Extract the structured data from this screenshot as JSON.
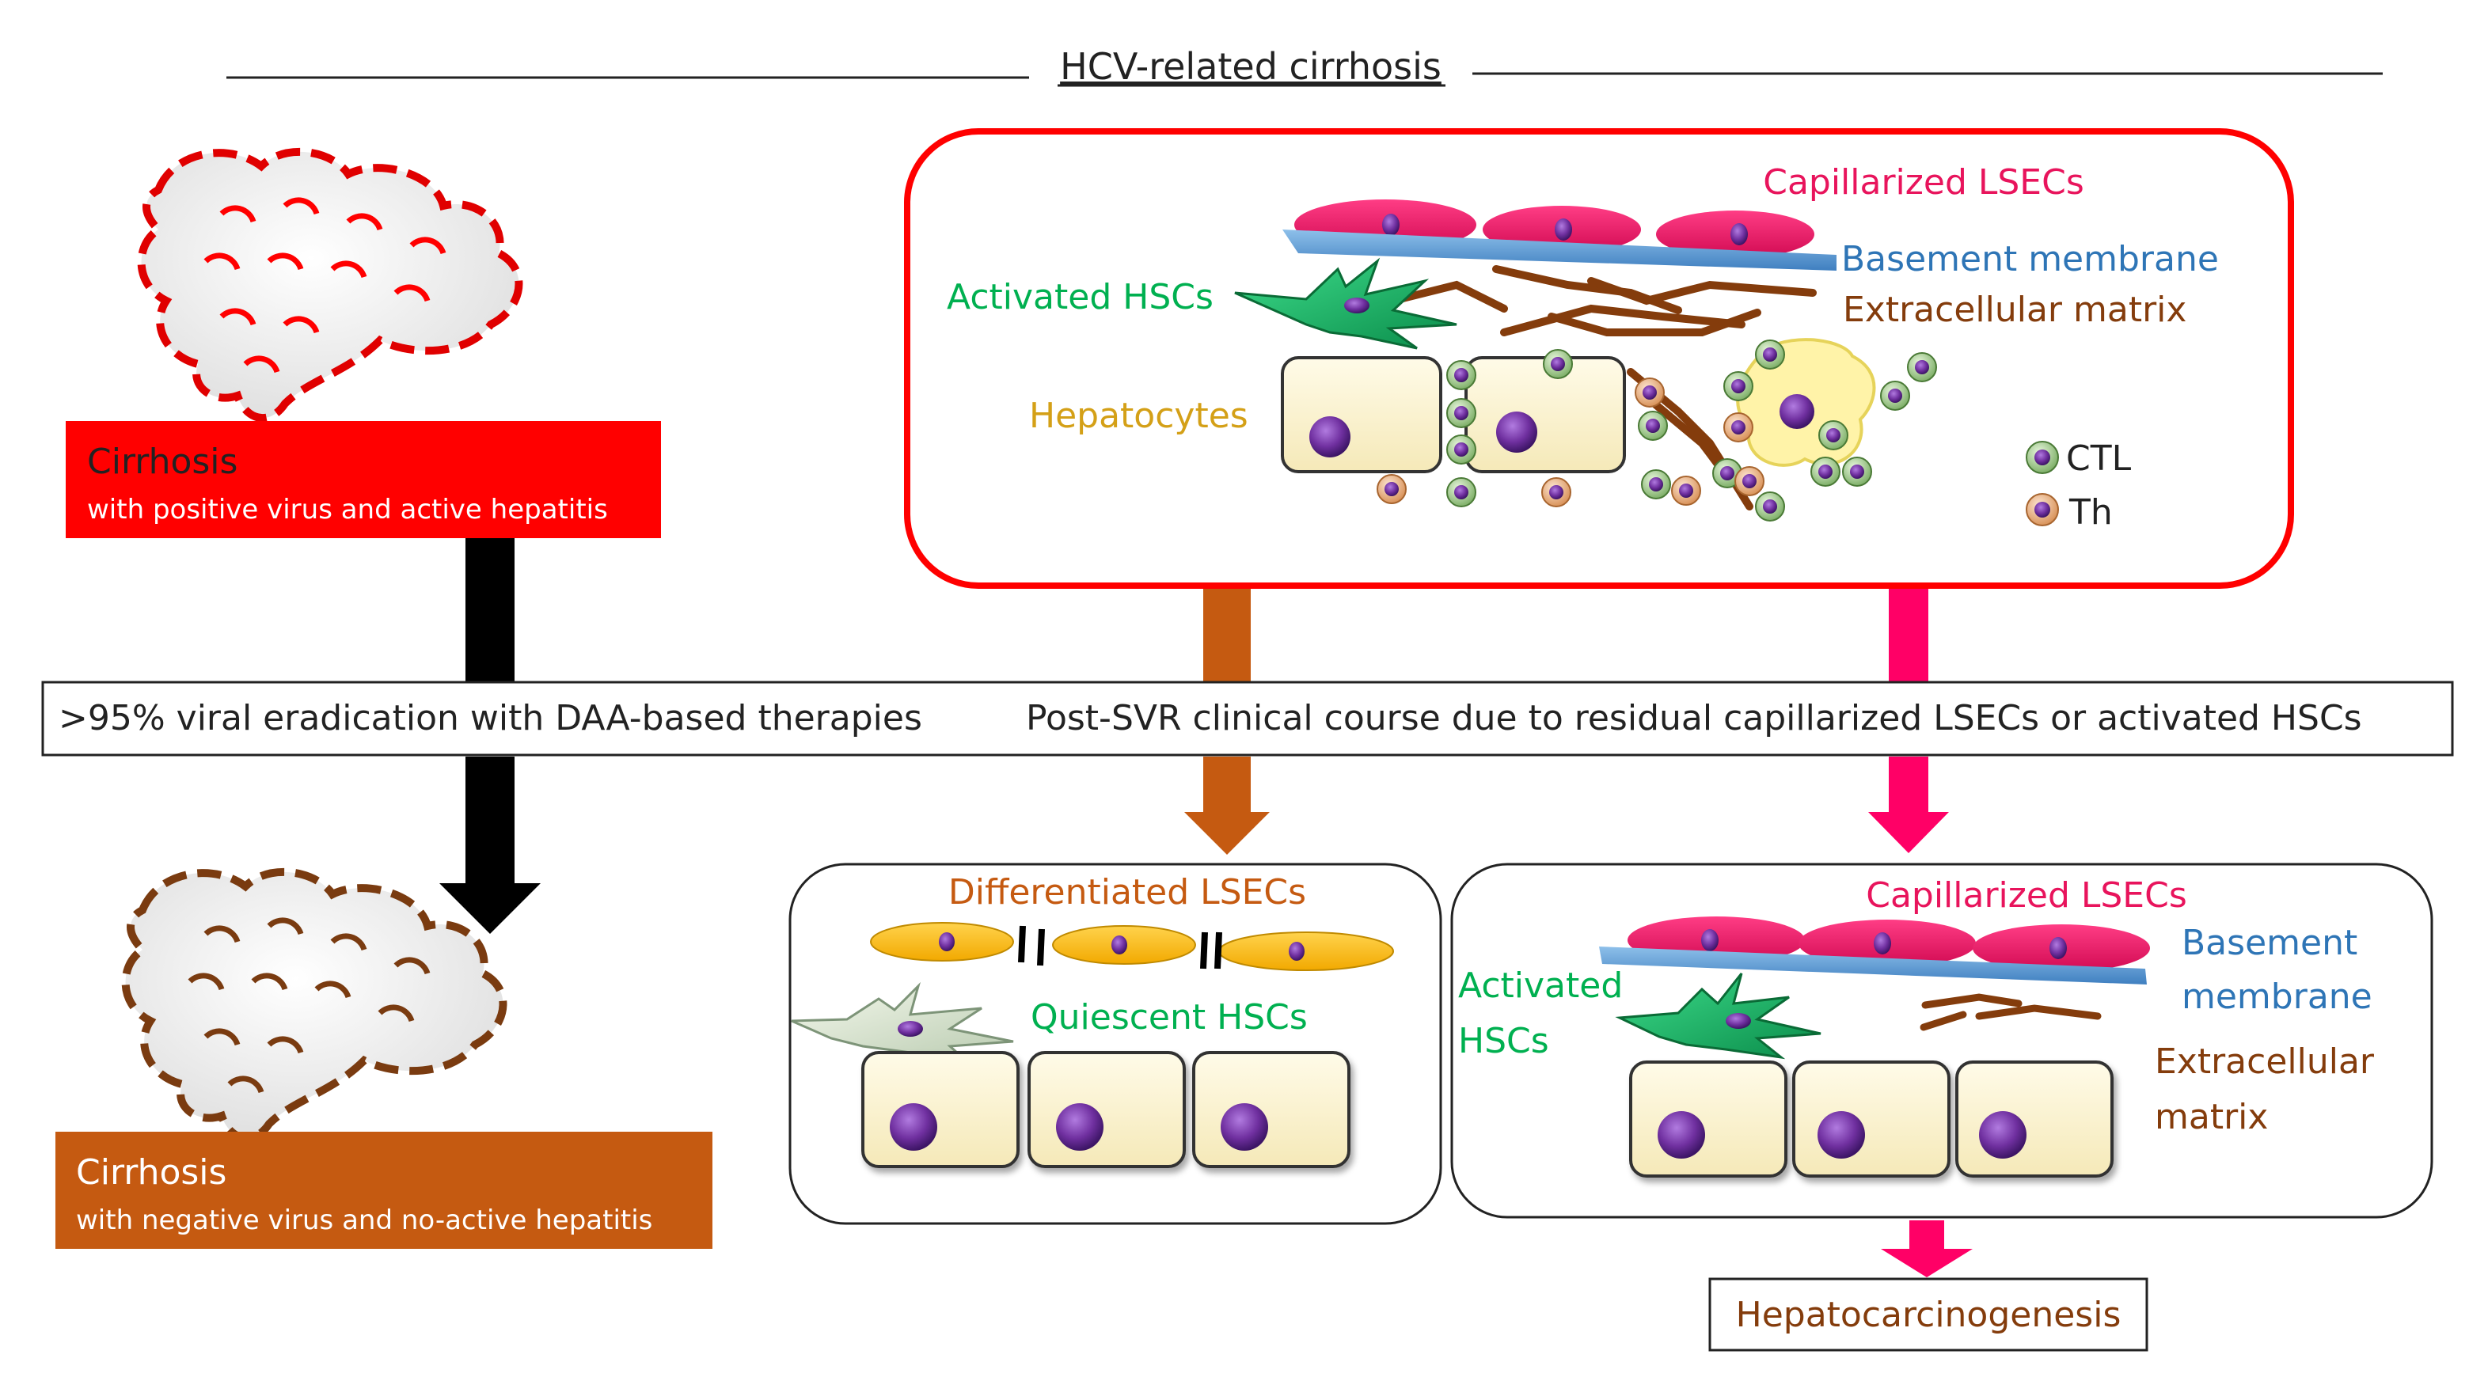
{
  "header": {
    "title": "HCV-related cirrhosis"
  },
  "left": {
    "top_box": {
      "title": "Cirrhosis",
      "subtitle": "with positive virus and active hepatitis"
    },
    "bottom_box": {
      "title": "Cirrhosis",
      "subtitle": "with negative virus and no-active hepatitis"
    }
  },
  "band": {
    "left_text": ">95% viral eradication with DAA-based therapies",
    "right_text": "Post-SVR clinical course due to residual capillarized LSECs or activated HSCs"
  },
  "top_panel": {
    "lsec_label": "Capillarized LSECs",
    "basement_label": "Basement membrane",
    "ecm_label": "Extracellular matrix",
    "hsc_label": "Activated HSCs",
    "hepatocyte_label": "Hepatocytes",
    "legend": {
      "ctl": "CTL",
      "th": "Th"
    }
  },
  "panel_mid": {
    "lsec_label": "Differentiated LSECs",
    "hsc_label": "Quiescent HSCs"
  },
  "panel_right": {
    "lsec_label": "Capillarized LSECs",
    "basement_line1": "Basement",
    "basement_line2": "membrane",
    "hsc_line1": "Activated",
    "hsc_line2": "HSCs",
    "ecm_line1": "Extracellular",
    "ecm_line2": "matrix"
  },
  "outcome": {
    "label": "Hepatocarcinogenesis"
  },
  "colors": {
    "red": "#ff0000",
    "orange_brown": "#c55a11",
    "pink": "#ff0066",
    "lsec_pink": "#e8145c",
    "lsec_yellow": "#ffc000",
    "basement_blue": "#5b9bd5",
    "ecm_brown": "#843c0c",
    "hsc_green": "#00b050",
    "hepatocyte_gold": "#d4a017",
    "nucleus_purple": "#7030a0",
    "cell_cream": "#fff7d6"
  }
}
